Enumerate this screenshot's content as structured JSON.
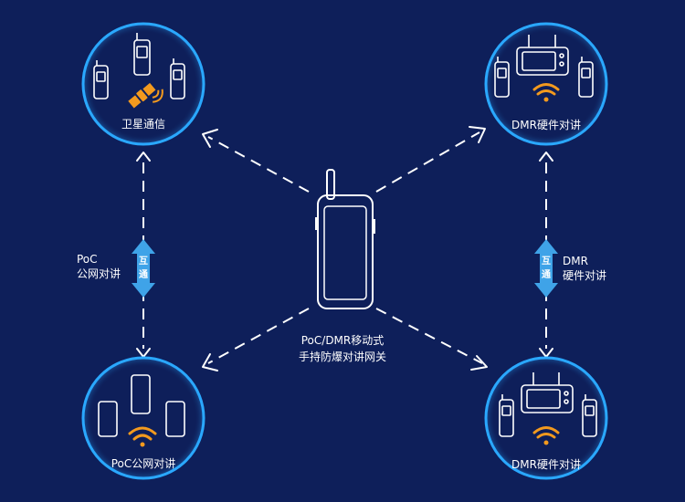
{
  "center": {
    "device": "handheld-gateway",
    "label_line1": "PoC/DMR移动式",
    "label_line2": "手持防爆对讲网关"
  },
  "nodes": {
    "top_left": {
      "label": "卫星通信",
      "icons": [
        "walkie-talkie",
        "walkie-talkie",
        "walkie-talkie",
        "satellite"
      ]
    },
    "top_right": {
      "label": "DMR硬件对讲",
      "icons": [
        "walkie-talkie",
        "base-station",
        "walkie-talkie",
        "wifi"
      ]
    },
    "bottom_left": {
      "label": "PoC公网对讲",
      "icons": [
        "smartphone",
        "smartphone",
        "smartphone",
        "wifi"
      ]
    },
    "bottom_right": {
      "label": "DMR硬件对讲",
      "icons": [
        "walkie-talkie",
        "base-station",
        "walkie-talkie",
        "wifi"
      ]
    }
  },
  "links": {
    "left": {
      "line1": "PoC",
      "line2": "公网对讲",
      "interop_char1": "互",
      "interop_char2": "通"
    },
    "right": {
      "line1": "DMR",
      "line2": "硬件对讲",
      "interop_char1": "互",
      "interop_char2": "通"
    }
  },
  "colors": {
    "background": "#0e1f5a",
    "ring": "#2aa8ff",
    "line": "#ffffff",
    "accent": "#f39a1e",
    "double_arrow": "#3fa3e8"
  }
}
